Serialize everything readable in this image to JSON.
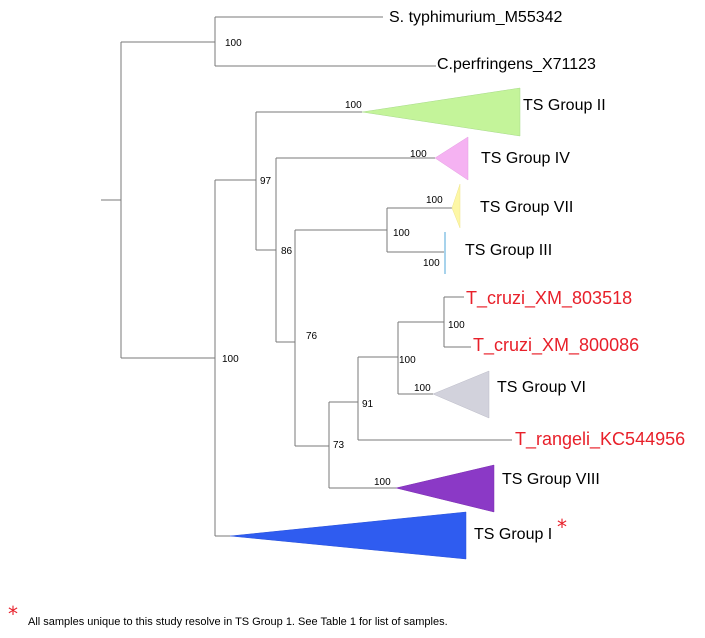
{
  "tree": {
    "outgroup": {
      "taxon_1": "S. typhimurium_M55342",
      "taxon_2": "C.perfringens_X71123",
      "support": "100"
    },
    "clades": {
      "ts_group_ii": {
        "label": "TS Group II",
        "support": "100",
        "color": "#c4f49a"
      },
      "ts_group_iv": {
        "label": "TS Group IV",
        "support": "100",
        "color": "#f5b2f2"
      },
      "ts_group_vii": {
        "label": "TS Group VII",
        "support": "100",
        "color": "#fdf7a6"
      },
      "ts_group_iii": {
        "label": "TS Group III",
        "support": "100",
        "color": "#a7d3ec"
      },
      "ts_group_vi": {
        "label": "TS Group VI",
        "support": "100",
        "color": "#d2d2dc"
      },
      "ts_group_viii": {
        "label": "TS Group VIII",
        "support": "100",
        "color": "#8b39c6"
      },
      "ts_group_i": {
        "label": "TS Group I",
        "marker": "*",
        "color": "#2f5cf0"
      }
    },
    "red_taxa": {
      "t_cruzi_1": "T_cruzi_XM_803518",
      "t_cruzi_2": "T_cruzi_XM_800086",
      "t_rangeli": "T_rangeli_KC544956",
      "color": "#e8202a"
    },
    "node_support": {
      "node_97": "97",
      "node_86": "86",
      "node_76": "76",
      "node_100_cruzi": "100",
      "node_100_vi": "100",
      "node_91": "91",
      "node_73": "73",
      "node_100_root": "100"
    }
  },
  "footnote": {
    "marker": "*",
    "text": "All samples unique to this study resolve in TS Group 1. See Table 1 for list of samples."
  }
}
